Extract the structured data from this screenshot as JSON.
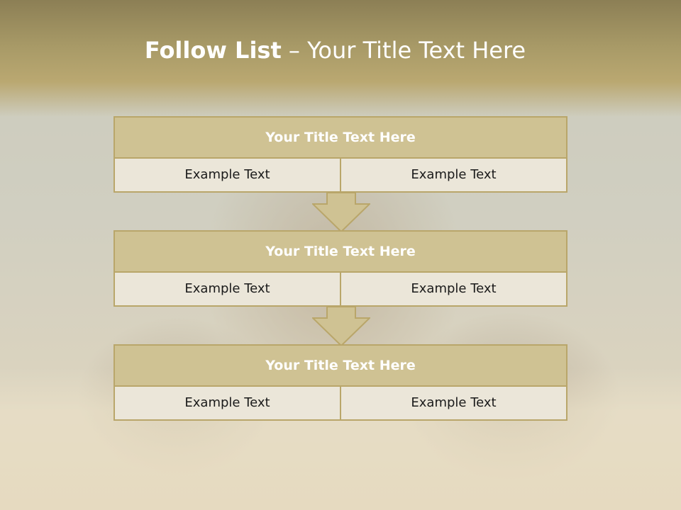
{
  "slide": {
    "title_bold": "Follow List",
    "title_rest": " – Your Title Text Here"
  },
  "blocks": [
    {
      "title": "Your Title Text Here",
      "left": "Example Text",
      "right": "Example Text"
    },
    {
      "title": "Your Title Text Here",
      "left": "Example Text",
      "right": "Example Text"
    },
    {
      "title": "Your Title Text Here",
      "left": "Example Text",
      "right": "Example Text"
    }
  ],
  "colors": {
    "header": "#a89a67",
    "block_title_bg": "#cfc293",
    "block_row_bg": "#ebe6d9",
    "border": "#b9a66a"
  }
}
